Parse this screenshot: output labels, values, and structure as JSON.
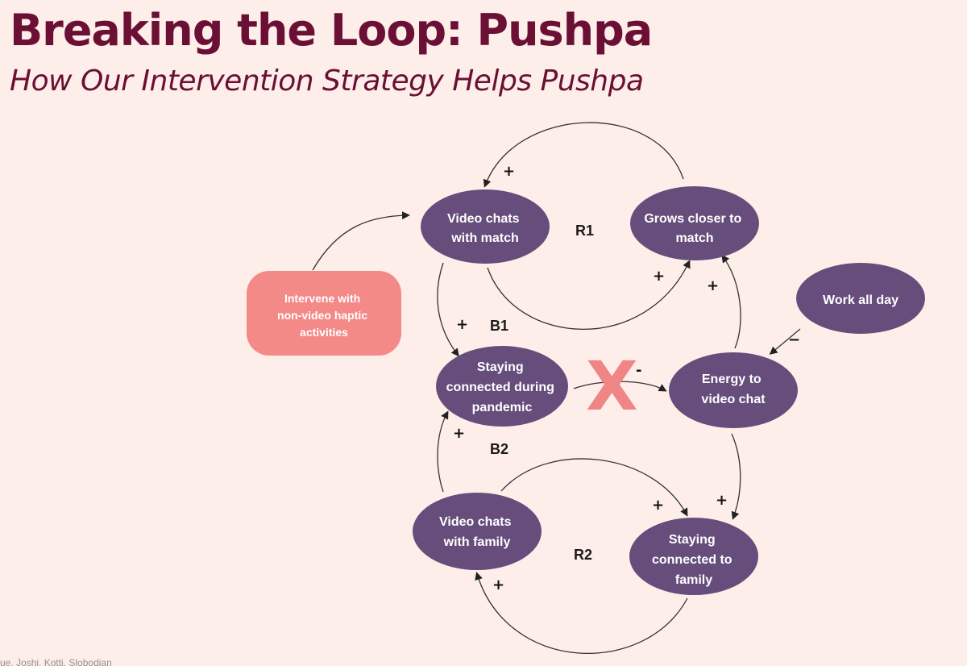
{
  "header": {
    "title": "Breaking the Loop: Pushpa",
    "subtitle": "How Our Intervention Strategy Helps Pushpa"
  },
  "colors": {
    "background": "#fdeee9",
    "title": "#6b0f35",
    "node_fill": "#664d7b",
    "intervention_fill": "#f48a88",
    "x_mark": "#f08585",
    "arrow": "#333333"
  },
  "nodes": {
    "video_chats_match": [
      "Video chats",
      "with match"
    ],
    "grows_closer": [
      "Grows closer to",
      "match"
    ],
    "work_all_day": [
      "Work all day"
    ],
    "intervene": [
      "Intervene with",
      "non-video haptic",
      "activities"
    ],
    "staying_pandemic": [
      "Staying",
      "connected during",
      "pandemic"
    ],
    "energy_video_chat": [
      "Energy to",
      "video chat"
    ],
    "video_chats_family": [
      "Video chats",
      "with family"
    ],
    "staying_family": [
      "Staying",
      "connected to",
      "family"
    ]
  },
  "loops": {
    "r1": "R1",
    "b1": "B1",
    "b2": "B2",
    "r2": "R2"
  },
  "signs": {
    "top_arc": "+",
    "match_to_closer": "+",
    "energy_to_closer": "+",
    "work_to_energy": "−",
    "match_to_pandemic": "+",
    "pandemic_to_energy": "-",
    "family_to_pandemic": "+",
    "family_to_staying": "+",
    "energy_to_staying": "+",
    "bottom_arc": "+"
  },
  "x_mark": "X",
  "footer": "ue, Joshi, Kotti, Slobodian"
}
